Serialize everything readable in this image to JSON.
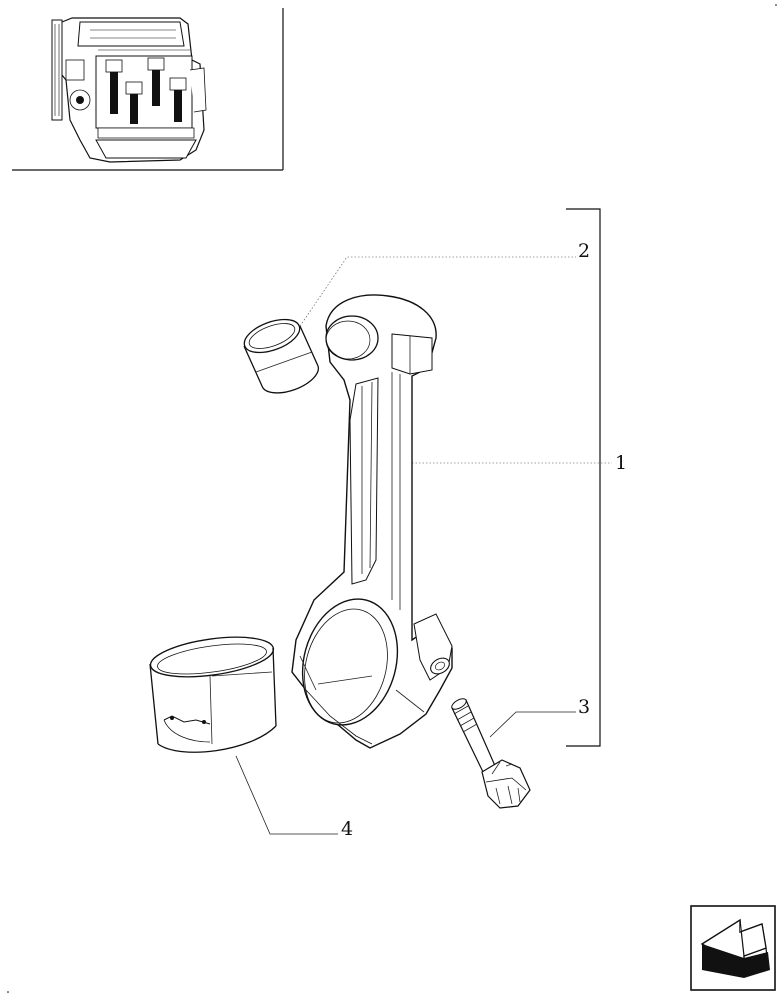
{
  "callouts": [
    {
      "id": "1",
      "label": "1"
    },
    {
      "id": "2",
      "label": "2"
    },
    {
      "id": "3",
      "label": "3"
    },
    {
      "id": "4",
      "label": "4"
    }
  ],
  "navigation": {
    "icon": "arrow-left-icon"
  },
  "thumbnail": {
    "icon": "engine-cutaway-icon"
  }
}
